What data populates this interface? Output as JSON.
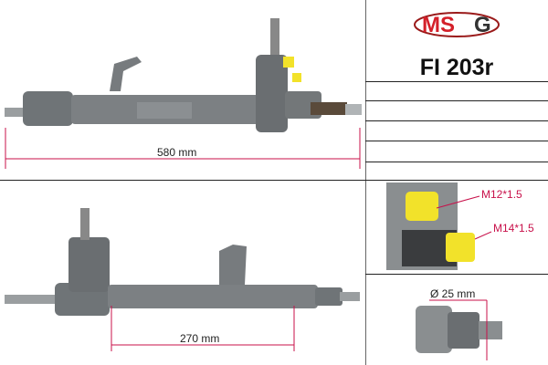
{
  "brand": {
    "logo_text": "MSG",
    "red": "#d4202a",
    "dark": "#333333"
  },
  "product": {
    "code": "FI 203r"
  },
  "top_view": {
    "length_label": "580 mm"
  },
  "bottom_view": {
    "offset_label": "270 mm"
  },
  "ports": {
    "port1_label": "M12*1.5",
    "port2_label": "M14*1.5"
  },
  "shaft": {
    "diameter_label": "Ø 25 mm"
  },
  "colors": {
    "dimension_line": "#c8104a",
    "cap_yellow": "#f2e22a",
    "metal": "#7c8083"
  }
}
